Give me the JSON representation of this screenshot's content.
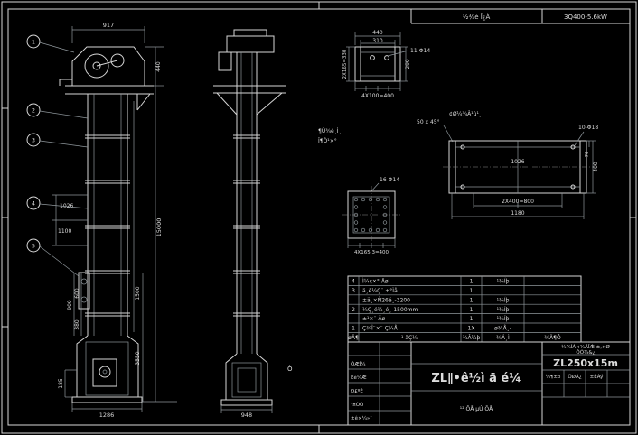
{
  "header": {
    "note_left": "½¾é Î¿À",
    "note_right": "3Q400-5.6kW"
  },
  "front_view": {
    "balloons": [
      "1",
      "2",
      "3",
      "4",
      "5"
    ],
    "dim_917": "917",
    "dim_440": "440",
    "dim_1026": "1026",
    "dim_1100": "1100",
    "dim_15000": "15000",
    "dim_3550": "3550",
    "dim_1500": "1500",
    "dim_900": "900",
    "dim_600": "600",
    "dim_380": "380",
    "dim_185": "185",
    "dim_1286": "1286"
  },
  "side_view": {
    "dim_base": "948",
    "stray_mark": "Ò"
  },
  "channel_detail": {
    "dim_top": "440",
    "dim_inner": "310",
    "hole_callout": "11-Φ14",
    "dim_left": "2X165=330",
    "dim_right": "290",
    "dim_bottom": "4X100=400"
  },
  "notes": {
    "line1": "¶Ù¾é¸Ì¸",
    "line2": "Î¶Ò¹×°",
    "beam_note": "¢Ø¼¾Â¹ù¹¸",
    "chamfer": "50 x 45°"
  },
  "beam_detail": {
    "hole_callout": "10-Φ18",
    "dim_inner": "1026",
    "dim_pitch": "2X400=800",
    "dim_length": "1180",
    "dim_height": "400",
    "dim_flange": "70"
  },
  "plate_detail": {
    "hole_callout": "16-Φ14",
    "dim_bottom": "4X165.3=400"
  },
  "bom": {
    "rows": [
      {
        "no": "4",
        "name": "Ì¼ç×° Äø",
        "qty": "1",
        "mat": "¹¾Íþ",
        "rem": ""
      },
      {
        "no": "3",
        "name": "ä¸è¼Ç¨ ±°Ìå",
        "qty": "1",
        "mat": "",
        "rem": ""
      },
      {
        "no": "",
        "name": "±ä¸×Ñ26é¸-3200",
        "qty": "1",
        "mat": "¹¾Íþ",
        "rem": ""
      },
      {
        "no": "2",
        "name": "¼Ç¸é¼¸é¸-1500mm",
        "qty": "1",
        "mat": "¹¾Íþ",
        "rem": ""
      },
      {
        "no": "",
        "name": "±¹×¨ Äø",
        "qty": "1",
        "mat": "¹¾Íþ",
        "rem": ""
      },
      {
        "no": "1",
        "name": "Ç¾Î¨×¨ Ç¼Å",
        "qty": "1X",
        "mat": "ø¾Å¸-",
        "rem": ""
      }
    ],
    "header": {
      "no": "øÄ¶",
      "name": "¹ äÇ¼",
      "qty": "¾Â¼þ",
      "mat": "¾Á¸Ì",
      "rem": "¾Ä¶Ô"
    }
  },
  "title_block": {
    "title": "ZL∥•ê½ì ä é¼",
    "model": "ZL250x15m",
    "spec_line1": "¼¾ÍÁ×¾ÅÎǼ ±,×Ø",
    "spec_line2": "ÔÓ¾&¿",
    "sheet_note": "¹² ÕÅ µÚ ÕÅ",
    "sign_rows": [
      "ÖÆÍ¼",
      "Éè¼Æ",
      "Ð£ºË",
      "¹¤ÒÕ",
      "±ê×¼»¯"
    ],
    "right_cells": [
      "¼¶±ð",
      "ÖØÁ¿",
      "±ÈÀý"
    ]
  }
}
